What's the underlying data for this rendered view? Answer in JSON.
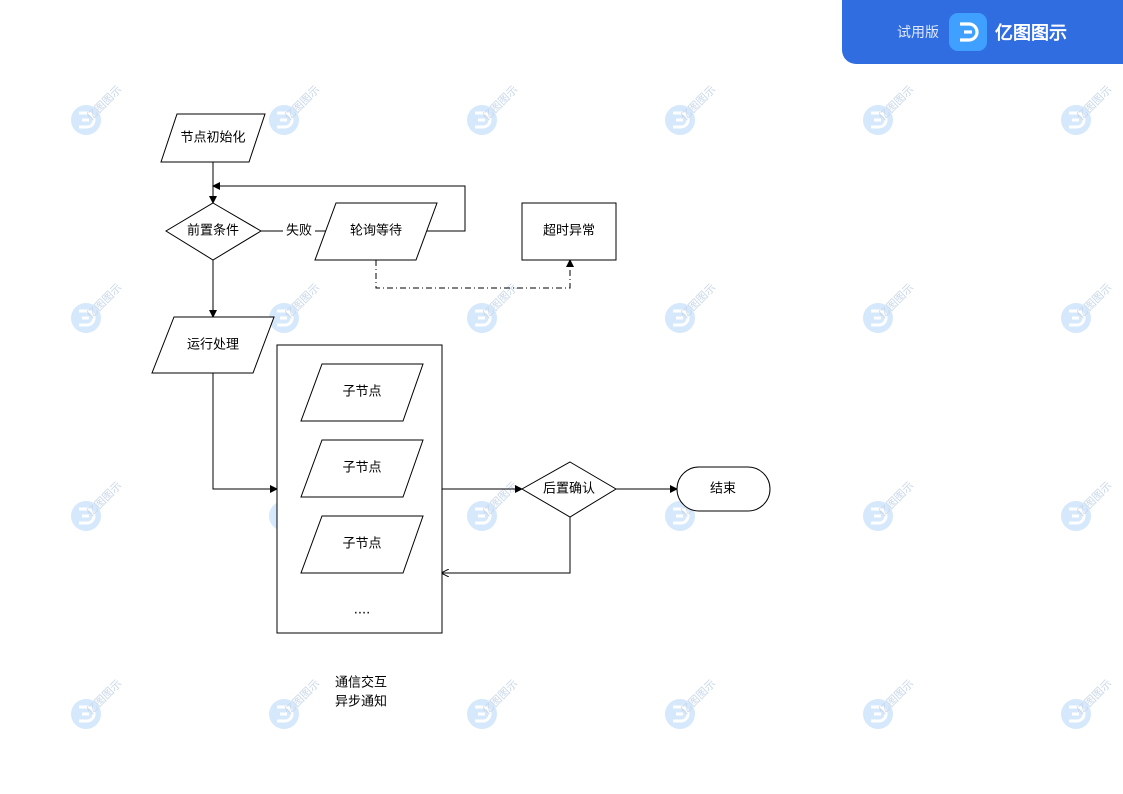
{
  "brand": {
    "trial_label": "试用版",
    "name": "亿图图示",
    "logo_icon": "edraw-logo-icon",
    "color": "#2f6de1"
  },
  "watermark": {
    "text": "亿图图示",
    "icon": "edraw-logo-icon",
    "color": "#c9d8ea"
  },
  "diagram": {
    "nodes": {
      "init": "节点初始化",
      "precondition": "前置条件",
      "polling": "轮询等待",
      "timeout": "超时异常",
      "processing": "运行处理",
      "child1": "子节点",
      "child2": "子节点",
      "child3": "子节点",
      "ellipsis": "....",
      "post_confirm": "后置确认",
      "end": "结束"
    },
    "edge_labels": {
      "fail": "失败"
    },
    "caption": {
      "line1": "通信交互",
      "line2": "异步通知"
    }
  }
}
